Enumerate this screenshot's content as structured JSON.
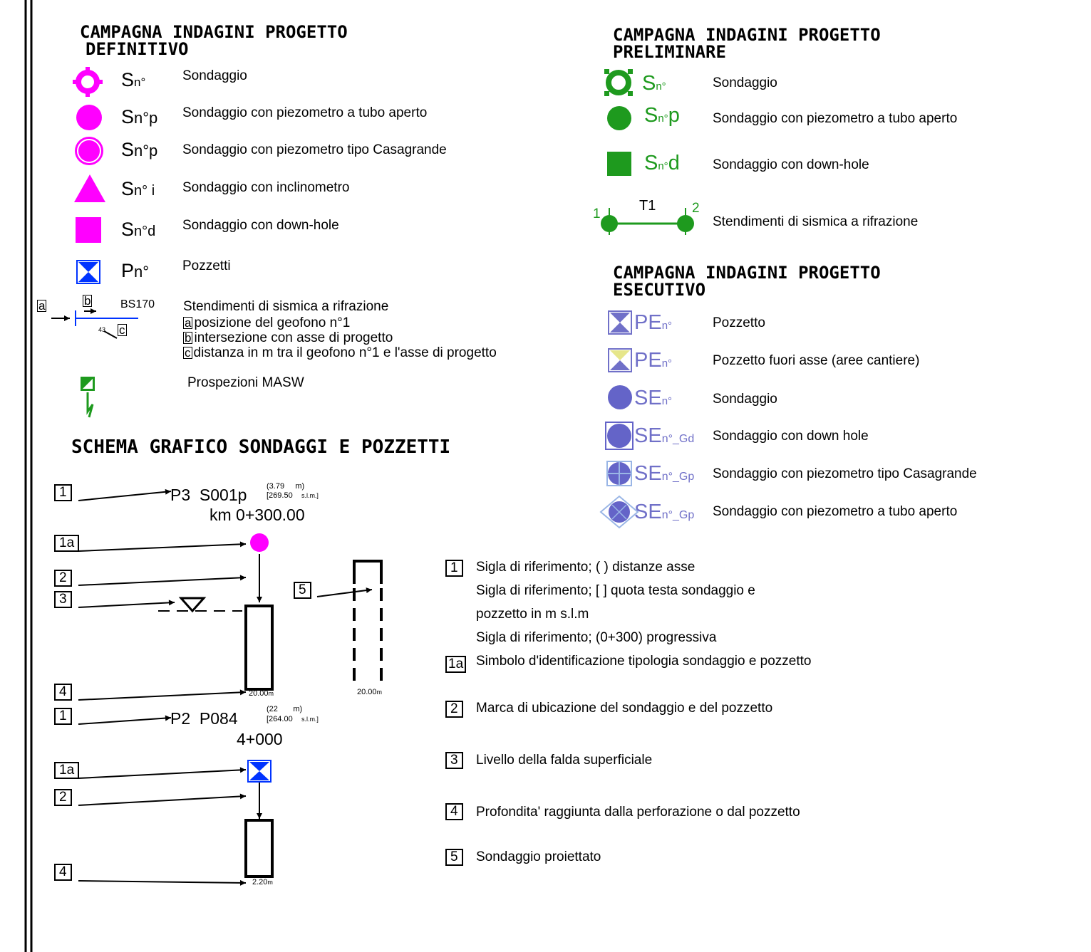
{
  "definitivo": {
    "title_line1": "CAMPAGNA INDAGINI PROGETTO",
    "title_line2": "DEFINITIVO",
    "items": [
      {
        "icon": "target-circle-icon",
        "code": "S",
        "sub": "n°",
        "desc": "Sondaggio"
      },
      {
        "icon": "filled-circle-icon",
        "code": "S",
        "sub": "n°p",
        "desc": "Sondaggio con piezometro a tubo aperto"
      },
      {
        "icon": "double-circle-icon",
        "code": "S",
        "sub": "n°p",
        "desc": "Sondaggio con piezometro tipo Casagrande"
      },
      {
        "icon": "triangle-icon",
        "code": "S",
        "sub": "n° i",
        "desc": "Sondaggio con inclinometro"
      },
      {
        "icon": "square-icon",
        "code": "S",
        "sub": "n°d",
        "desc": "Sondaggio con down-hole"
      },
      {
        "icon": "hourglass-icon",
        "code": "P",
        "sub": "n°",
        "desc": "Pozzetti"
      }
    ],
    "seismic": {
      "desc": "Stendimenti di sismica a rifrazione",
      "code": "BS170",
      "a_label": "a",
      "b_label": "b",
      "c_label": "c",
      "dist": "43",
      "notes": [
        {
          "box": "a",
          "text": "posizione del geofono n°1"
        },
        {
          "box": "b",
          "text": "intersezione con asse di progetto"
        },
        {
          "box": "c",
          "text": "distanza in m tra il geofono n°1 e l'asse di progetto"
        }
      ]
    },
    "masw": "Prospezioni MASW"
  },
  "preliminare": {
    "title_line1": "CAMPAGNA INDAGINI PROGETTO",
    "title_line2": "PRELIMINARE",
    "items": [
      {
        "icon": "ring-icon",
        "code": "S",
        "sub": "n°",
        "desc": "Sondaggio"
      },
      {
        "icon": "filled-circle-icon",
        "code": "S",
        "sub": "n°",
        "suffix": "p",
        "desc": "Sondaggio con piezometro a tubo aperto"
      },
      {
        "icon": "square-icon",
        "code": "S",
        "sub": "n°",
        "suffix": "d",
        "desc": "Sondaggio con down-hole"
      }
    ],
    "seismic": {
      "code": "T1",
      "start": "1",
      "end": "2",
      "desc": "Stendimenti di sismica a rifrazione"
    }
  },
  "esecutivo": {
    "title_line1": "CAMPAGNA INDAGINI PROGETTO",
    "title_line2": "ESECUTIVO",
    "items": [
      {
        "icon": "hourglass-icon",
        "code": "PE",
        "sub": "n°",
        "desc": "Pozzetto"
      },
      {
        "icon": "hourglass-yellow-icon",
        "code": "PE",
        "sub": "n°",
        "desc": "Pozzetto fuori asse (aree cantiere)"
      },
      {
        "icon": "filled-circle-icon",
        "code": "SE",
        "sub": "n°",
        "desc": "Sondaggio"
      },
      {
        "icon": "circle-in-square-icon",
        "code": "SE",
        "sub": "n°_Gd",
        "desc": "Sondaggio con down hole"
      },
      {
        "icon": "crosshair-circle-icon",
        "code": "SE",
        "sub": "n°_Gp",
        "desc": "Sondaggio con piezometro tipo Casagrande"
      },
      {
        "icon": "diamond-circle-icon",
        "code": "SE",
        "sub": "n°_Gp",
        "desc": "Sondaggio con piezometro a tubo aperto"
      }
    ]
  },
  "schema": {
    "title": "SCHEMA GRAFICO SONDAGGI E POZZETTI",
    "ex1": {
      "name": "P3",
      "code": "S001p",
      "dist": "(3.79",
      "dist_unit": "m)",
      "quota": "[269.50",
      "quota_unit": "s.l.m.]",
      "km": "km 0+300.00",
      "depth": "20.00",
      "depth_unit": "m"
    },
    "ex2": {
      "name": "P2",
      "code": "P084",
      "dist": "(22",
      "dist_unit": "m)",
      "quota": "[264.00",
      "quota_unit": "s.l.m.]",
      "km": "4+000",
      "depth": "2.20",
      "depth_unit": "m"
    },
    "proj_depth": "20.00",
    "proj_unit": "m",
    "markers": [
      "1",
      "1a",
      "2",
      "3",
      "4",
      "5"
    ],
    "legend": [
      {
        "box": "1",
        "lines": [
          "Sigla di riferimento; ( ) distanze asse",
          "Sigla di riferimento; [ ] quota testa sondaggio e",
          "pozzetto in m s.l.m",
          "Sigla di riferimento; (0+300) progressiva"
        ]
      },
      {
        "box": "1a",
        "lines": [
          "Simbolo d'identificazione tipologia sondaggio e pozzetto"
        ]
      },
      {
        "box": "2",
        "lines": [
          "Marca di ubicazione del sondaggio e del pozzetto"
        ]
      },
      {
        "box": "3",
        "lines": [
          "Livello della falda superficiale"
        ]
      },
      {
        "box": "4",
        "lines": [
          "Profondita' raggiunta dalla perforazione o dal pozzetto"
        ]
      },
      {
        "box": "5",
        "lines": [
          "Sondaggio proiettato"
        ]
      }
    ]
  },
  "colors": {
    "magenta": "#ff00ff",
    "green": "#1e9a1e",
    "purple": "#7070c8",
    "blue": "#0033ff"
  }
}
